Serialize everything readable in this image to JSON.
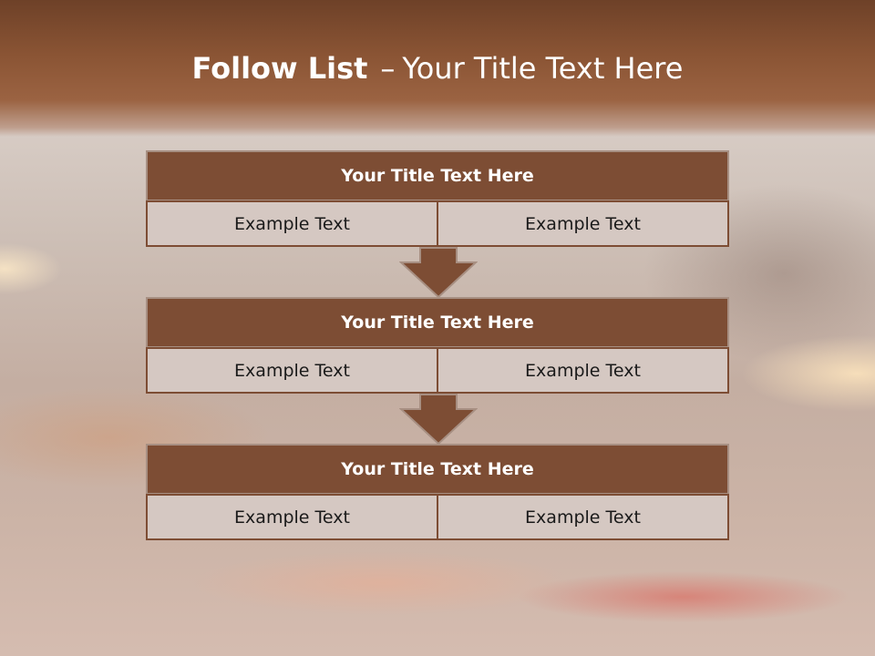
{
  "slide": {
    "title_bold": "Follow List",
    "title_sep": "–",
    "title_rest": "Your Title Text Here"
  },
  "blocks": [
    {
      "title": "Your Title Text Here",
      "left": "Example Text",
      "right": "Example Text"
    },
    {
      "title": "Your Title Text Here",
      "left": "Example Text",
      "right": "Example Text"
    },
    {
      "title": "Your Title Text Here",
      "left": "Example Text",
      "right": "Example Text"
    }
  ],
  "colors": {
    "header_brown": "#7d4d34",
    "cell_fill": "#d5c8c2",
    "title_text": "#ffffff"
  },
  "icons": [
    "down-arrow-icon",
    "down-arrow-icon"
  ]
}
